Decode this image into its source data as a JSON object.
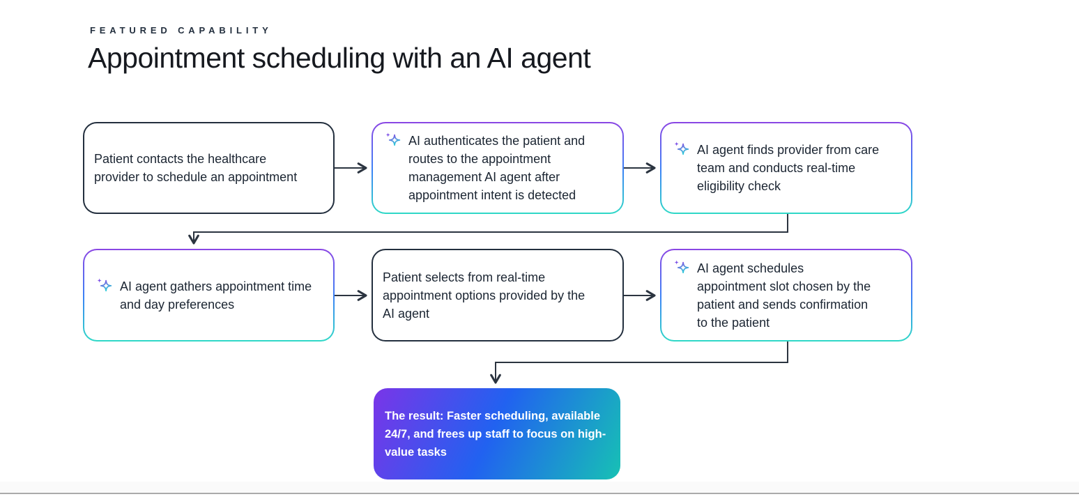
{
  "header": {
    "eyebrow": "FEATURED CAPABILITY",
    "title": "Appointment scheduling with an AI agent"
  },
  "flow": {
    "steps": [
      {
        "text": "Patient contacts the healthcare provider to schedule an appointment",
        "style": "plain",
        "icon": null
      },
      {
        "text": "AI authenticates the patient and routes to the appointment management AI agent after appointment intent is detected",
        "style": "ai",
        "icon": "sparkle-icon"
      },
      {
        "text": "AI agent finds provider from care team and conducts real-time eligibility check",
        "style": "ai",
        "icon": "sparkle-icon"
      },
      {
        "text": "AI agent gathers appointment time and day preferences",
        "style": "ai",
        "icon": "sparkle-icon"
      },
      {
        "text": "Patient selects from real-time appointment options provided by the AI agent",
        "style": "plain",
        "icon": null
      },
      {
        "text": "AI agent schedules appointment slot chosen by the patient and sends confirmation to the patient",
        "style": "ai",
        "icon": "sparkle-icon"
      }
    ],
    "result": {
      "label": "The result:",
      "text": " Faster scheduling, available 24/7, and frees up staff to focus on high-value tasks"
    }
  },
  "colors": {
    "dark_border": "#232f3e",
    "text": "#1b2532",
    "ai_border_top": "#8b46e4",
    "ai_border_mid": "#3b82f6",
    "ai_border_bottom": "#2fd9c7",
    "result_gradient_start": "#7a35e8",
    "result_gradient_mid": "#2162f0",
    "result_gradient_end": "#17c1b4",
    "connector": "#2b3440"
  }
}
